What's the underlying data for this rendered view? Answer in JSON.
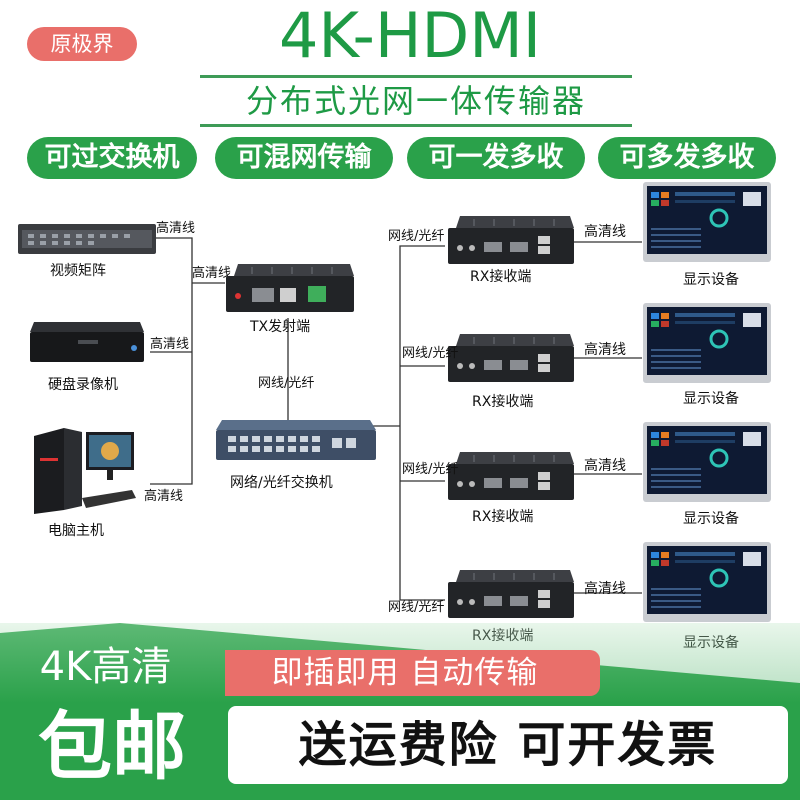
{
  "brand": "原极界",
  "title": "4K-HDMI",
  "subtitle": "分布式光网一体传输器",
  "features": [
    "可过交换机",
    "可混网传输",
    "可一发多收",
    "可多发多收"
  ],
  "sources": [
    {
      "name": "视频矩阵",
      "cable": "高清线"
    },
    {
      "name": "硬盘录像机",
      "cable": "高清线"
    },
    {
      "name": "电脑主机",
      "cable": "高清线"
    }
  ],
  "tx": {
    "name": "TX发射端",
    "cable_in": "高清线"
  },
  "link_tx_switch": "网线/光纤",
  "switch": {
    "name": "网络/光纤交换机"
  },
  "receivers": [
    {
      "link": "网线/光纤",
      "name": "RX接收端",
      "cable": "高清线",
      "display": "显示设备"
    },
    {
      "link": "网线/光纤",
      "name": "RX接收端",
      "cable": "高清线",
      "display": "显示设备"
    },
    {
      "link": "网线/光纤",
      "name": "RX接收端",
      "cable": "高清线",
      "display": "显示设备"
    },
    {
      "link": "网线/光纤",
      "name": "RX接收端",
      "cable": "高清线",
      "display": "显示设备"
    }
  ],
  "promo": {
    "hd": "4K高清",
    "plug": "即插即用 自动传输",
    "free": "包邮",
    "invoice": "送运费险 可开发票"
  },
  "colors": {
    "green": "#2aa14a",
    "coral": "#e96f6a",
    "title_green": "#1e9a45"
  }
}
